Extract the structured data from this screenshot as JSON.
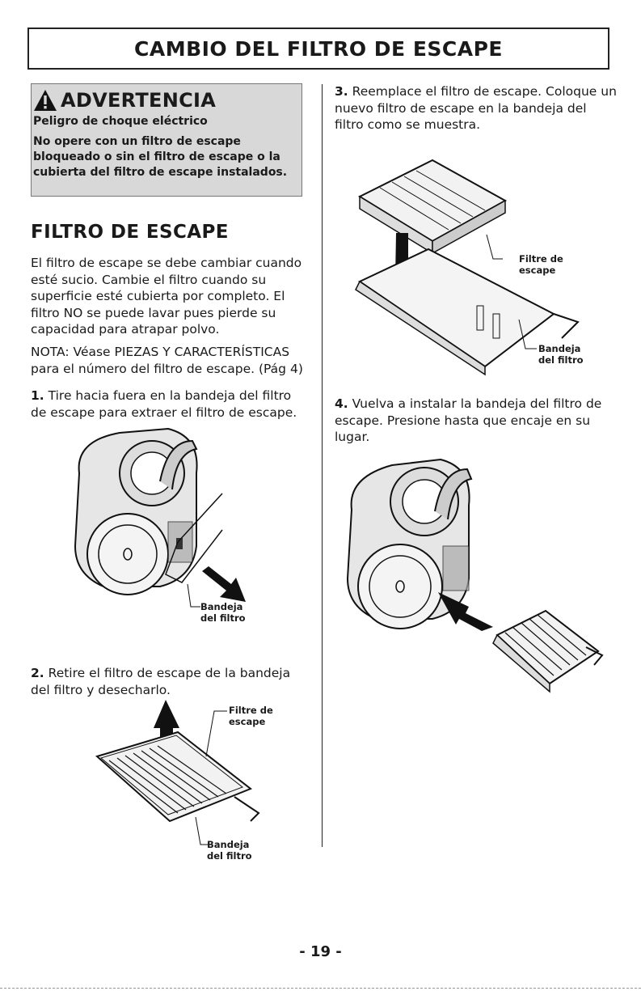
{
  "header": {
    "title": "CAMBIO DEL FILTRO DE ESCAPE"
  },
  "warning": {
    "title": "ADVERTENCIA",
    "subtitle": "Peligro de choque eléctrico",
    "body": "No opere con un filtro de escape bloqueado o sin el filtro de escape o la cubierta del filtro de escape instalados.",
    "icon": "warning-triangle-icon"
  },
  "section": {
    "title": "FILTRO DE ESCAPE"
  },
  "intro": "El filtro de escape se debe cambiar cuando esté sucio. Cambie el filtro cuando su superficie esté cubierta por completo. El filtro NO se puede lavar pues pierde su capacidad para atrapar polvo.",
  "note": "NOTA: Véase PIEZAS Y CARACTERÍSTICAS para el número del filtro de escape. (Pág 4)",
  "steps": [
    {
      "num": "1.",
      "text": "Tire hacia fuera en la bandeja del filtro de escape para extraer el filtro de escape."
    },
    {
      "num": "2.",
      "text": "Retire el filtro de escape de la bandeja del filtro y desecharlo."
    },
    {
      "num": "3.",
      "text": "Reemplace el filtro de escape. Coloque un nuevo filtro de escape en la bandeja del filtro como se muestra."
    },
    {
      "num": "4.",
      "text": "Vuelva a instalar la bandeja del filtro de escape. Presione hasta que encaje en su lugar."
    }
  ],
  "callouts": {
    "bandeja_line1": "Bandeja",
    "bandeja_line2": "del filtro",
    "filtre_line1": "Filtre de",
    "filtre_line2": "escape"
  },
  "footer": {
    "page": "- 19 -"
  }
}
